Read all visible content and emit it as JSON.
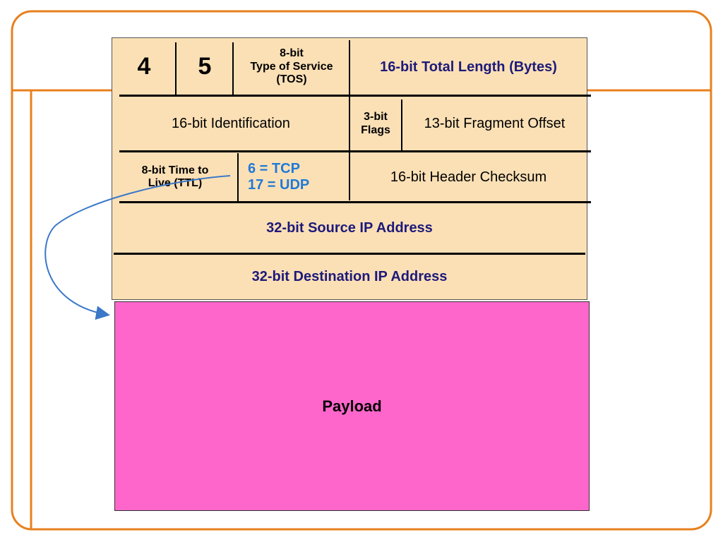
{
  "diagram": {
    "row1": {
      "version": "4",
      "ihl": "5",
      "tos_line1": "8-bit",
      "tos_line2": "Type of Service",
      "tos_line3": "(TOS)",
      "total_length": "16-bit Total Length (Bytes)"
    },
    "row2": {
      "identification": "16-bit Identification",
      "flags_line1": "3-bit",
      "flags_line2": "Flags",
      "fragment_offset": "13-bit Fragment Offset"
    },
    "row3": {
      "ttl_line1": "8-bit Time to",
      "ttl_line2": "Live (TTL)",
      "protocol_line1": "6 = TCP",
      "protocol_line2": "17 = UDP",
      "checksum": "16-bit Header Checksum"
    },
    "row4": {
      "source_ip": "32-bit Source IP Address"
    },
    "row5": {
      "destination_ip": "32-bit Destination IP Address"
    },
    "payload": "Payload"
  },
  "colors": {
    "frame": "#e8801e",
    "header_fill": "#fbe0b6",
    "payload_fill": "#ff66cc",
    "navy_text": "#1d1a7a",
    "protocol_text": "#1e7ad8",
    "arrow": "#3a78c8"
  }
}
